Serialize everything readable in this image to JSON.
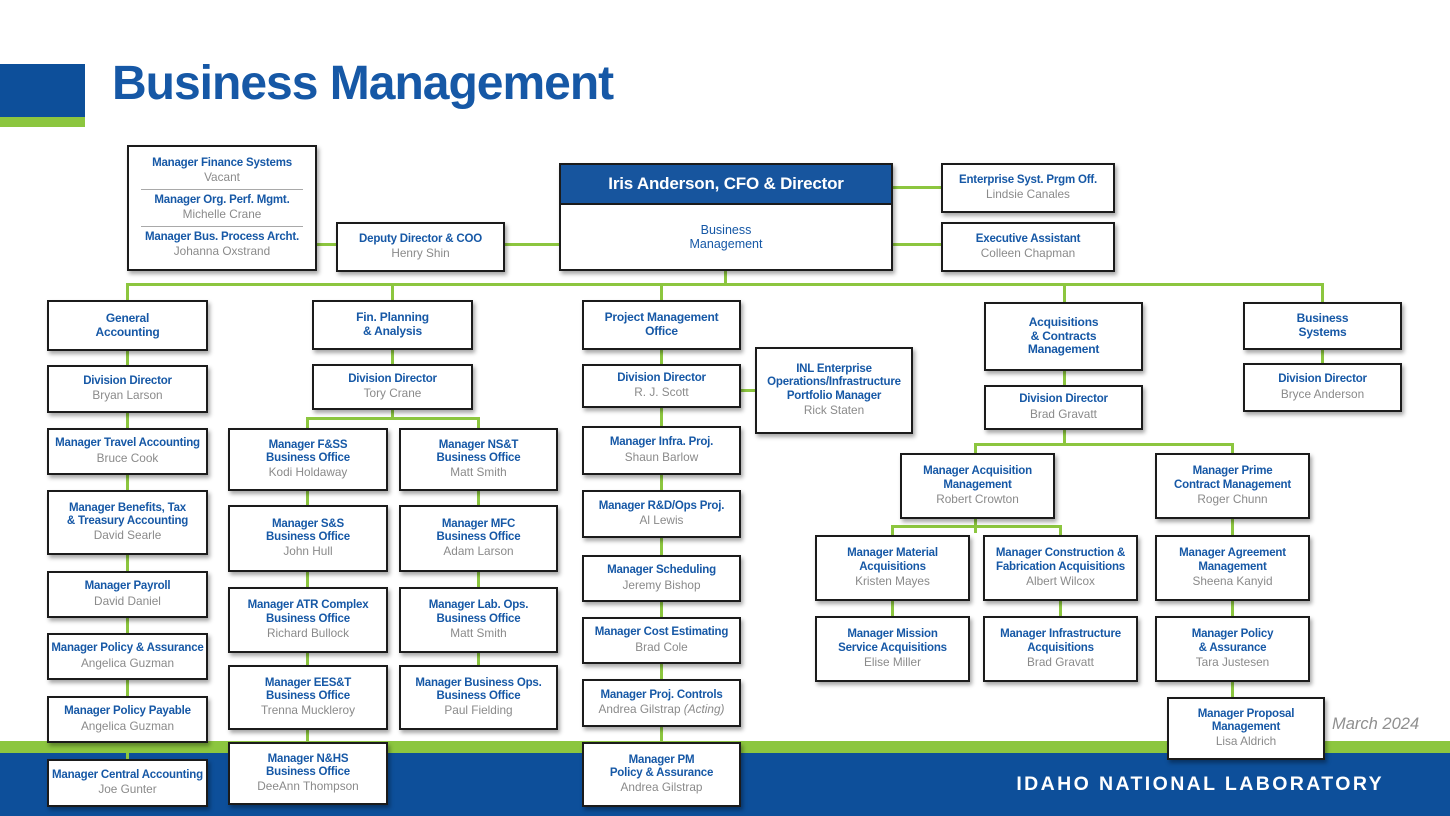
{
  "page": {
    "title": "Business Management",
    "date": "March 2024",
    "footer": "IDAHO NATIONAL LABORATORY"
  },
  "colors": {
    "accent_blue": "#1658A6",
    "banner_header_blue": "#17559E",
    "footer_blue": "#0D4F9A",
    "connector_green": "#8CC63F",
    "person_gray": "#8A8A8A",
    "box_border": "#1B1B1B"
  },
  "org": {
    "boxes": [
      {
        "id": "staff-stack",
        "type": "stack",
        "entries": [
          {
            "title": "Manager Finance Systems",
            "person": "Vacant"
          },
          {
            "title": "Manager Org. Perf. Mgmt.",
            "person": "Michelle Crane"
          },
          {
            "title": "Manager Bus. Process Archt.",
            "person": "Johanna Oxstrand"
          }
        ]
      },
      {
        "id": "deputy",
        "type": "std",
        "title": [
          "Deputy Director & COO"
        ],
        "person": "Henry Shin"
      },
      {
        "id": "iris",
        "type": "banner",
        "header": "Iris Anderson, CFO & Director",
        "title": [
          "Business",
          "Management"
        ]
      },
      {
        "id": "enterprise",
        "type": "std",
        "title": [
          "Enterprise Syst. Prgm Off."
        ],
        "person": "Lindsie Canales"
      },
      {
        "id": "exec-assistant",
        "type": "std",
        "title": [
          "Executive Assistant"
        ],
        "person": "Colleen Chapman"
      },
      {
        "id": "hdr-general-accounting",
        "type": "label",
        "title": [
          "General",
          "Accounting"
        ]
      },
      {
        "id": "hdr-fin-planning",
        "type": "label",
        "title": [
          "Fin. Planning",
          "& Analysis"
        ]
      },
      {
        "id": "hdr-pmo",
        "type": "label",
        "title": [
          "Project Management",
          "Office"
        ]
      },
      {
        "id": "hdr-acquisitions",
        "type": "label",
        "title": [
          "Acquisitions",
          "& Contracts",
          "Management"
        ]
      },
      {
        "id": "hdr-business-systems",
        "type": "label",
        "title": [
          "Business",
          "Systems"
        ]
      },
      {
        "id": "dd-general-accounting",
        "type": "std",
        "title": [
          "Division Director"
        ],
        "person": "Bryan Larson"
      },
      {
        "id": "dd-fin-planning",
        "type": "std",
        "title": [
          "Division Director"
        ],
        "person": "Tory Crane"
      },
      {
        "id": "dd-pmo",
        "type": "std",
        "title": [
          "Division Director"
        ],
        "person": "R. J. Scott"
      },
      {
        "id": "inl-enterprise",
        "type": "std",
        "title": [
          "INL Enterprise",
          "Operations/Infrastructure",
          "Portfolio Manager"
        ],
        "person": "Rick Staten"
      },
      {
        "id": "dd-acquisitions",
        "type": "std",
        "title": [
          "Division Director"
        ],
        "person": "Brad Gravatt"
      },
      {
        "id": "dd-business-systems",
        "type": "std",
        "title": [
          "Division Director"
        ],
        "person": "Bryce Anderson"
      },
      {
        "id": "ga-travel",
        "type": "std",
        "title": [
          "Manager Travel Accounting"
        ],
        "person": "Bruce Cook"
      },
      {
        "id": "ga-benefits",
        "type": "std",
        "title": [
          "Manager Benefits, Tax",
          "& Treasury Accounting"
        ],
        "person": "David Searle"
      },
      {
        "id": "ga-payroll",
        "type": "std",
        "title": [
          "Manager Payroll"
        ],
        "person": "David Daniel"
      },
      {
        "id": "ga-policy-assurance",
        "type": "std",
        "title": [
          "Manager Policy & Assurance"
        ],
        "person": "Angelica Guzman"
      },
      {
        "id": "ga-policy-payable",
        "type": "std",
        "title": [
          "Manager Policy Payable"
        ],
        "person": "Angelica Guzman"
      },
      {
        "id": "ga-central",
        "type": "std",
        "title": [
          "Manager Central Accounting"
        ],
        "person": "Joe Gunter"
      },
      {
        "id": "fss",
        "type": "std",
        "title": [
          "Manager F&SS",
          "Business Office"
        ],
        "person": "Kodi Holdaway"
      },
      {
        "id": "ss",
        "type": "std",
        "title": [
          "Manager S&S",
          "Business Office"
        ],
        "person": "John Hull"
      },
      {
        "id": "atr",
        "type": "std",
        "title": [
          "Manager ATR Complex",
          "Business Office"
        ],
        "person": "Richard Bullock"
      },
      {
        "id": "eest",
        "type": "std",
        "title": [
          "Manager EES&T",
          "Business Office"
        ],
        "person": "Trenna Muckleroy"
      },
      {
        "id": "nhs",
        "type": "std",
        "title": [
          "Manager N&HS",
          "Business Office"
        ],
        "person": "DeeAnn Thompson"
      },
      {
        "id": "nst",
        "type": "std",
        "title": [
          "Manager NS&T",
          "Business Office"
        ],
        "person": "Matt Smith"
      },
      {
        "id": "mfc",
        "type": "std",
        "title": [
          "Manager MFC",
          "Business Office"
        ],
        "person": "Adam Larson"
      },
      {
        "id": "labops",
        "type": "std",
        "title": [
          "Manager Lab. Ops.",
          "Business Office"
        ],
        "person": "Matt Smith"
      },
      {
        "id": "busops",
        "type": "std",
        "title": [
          "Manager Business Ops.",
          "Business Office"
        ],
        "person": "Paul Fielding"
      },
      {
        "id": "pmo-infra",
        "type": "std",
        "title": [
          "Manager Infra. Proj."
        ],
        "person": "Shaun Barlow"
      },
      {
        "id": "pmo-rdops",
        "type": "std",
        "title": [
          "Manager R&D/Ops Proj."
        ],
        "person": "Al Lewis"
      },
      {
        "id": "pmo-sched",
        "type": "std",
        "title": [
          "Manager Scheduling"
        ],
        "person": "Jeremy Bishop"
      },
      {
        "id": "pmo-cost",
        "type": "std",
        "title": [
          "Manager Cost Estimating"
        ],
        "person": "Brad Cole"
      },
      {
        "id": "pmo-projctl",
        "type": "std",
        "title": [
          "Manager Proj. Controls"
        ],
        "person": "Andrea Gilstrap ",
        "acting": "(Acting)"
      },
      {
        "id": "pmo-policy",
        "type": "std",
        "title": [
          "Manager PM",
          "Policy & Assurance"
        ],
        "person": "Andrea Gilstrap"
      },
      {
        "id": "acq-mgmt",
        "type": "std",
        "title": [
          "Manager Acquisition",
          "Management"
        ],
        "person": "Robert Crowton"
      },
      {
        "id": "acq-material",
        "type": "std",
        "title": [
          "Manager Material",
          "Acquisitions"
        ],
        "person": "Kristen Mayes"
      },
      {
        "id": "acq-confab",
        "type": "std",
        "title": [
          "Manager Construction &",
          "Fabrication Acquisitions"
        ],
        "person": "Albert Wilcox"
      },
      {
        "id": "acq-mission",
        "type": "std",
        "title": [
          "Manager Mission",
          "Service Acquisitions"
        ],
        "person": "Elise Miller"
      },
      {
        "id": "acq-infra",
        "type": "std",
        "title": [
          "Manager Infrastructure",
          "Acquisitions"
        ],
        "person": "Brad Gravatt"
      },
      {
        "id": "prime",
        "type": "std",
        "title": [
          "Manager Prime",
          "Contract Management"
        ],
        "person": "Roger Chunn"
      },
      {
        "id": "agreement",
        "type": "std",
        "title": [
          "Manager Agreement",
          "Management"
        ],
        "person": "Sheena Kanyid"
      },
      {
        "id": "policy-assurance-pc",
        "type": "std",
        "title": [
          "Manager Policy",
          "& Assurance"
        ],
        "person": "Tara Justesen"
      },
      {
        "id": "proposal",
        "type": "std",
        "title": [
          "Manager Proposal",
          "Management"
        ],
        "person": "Lisa Aldrich"
      }
    ]
  }
}
